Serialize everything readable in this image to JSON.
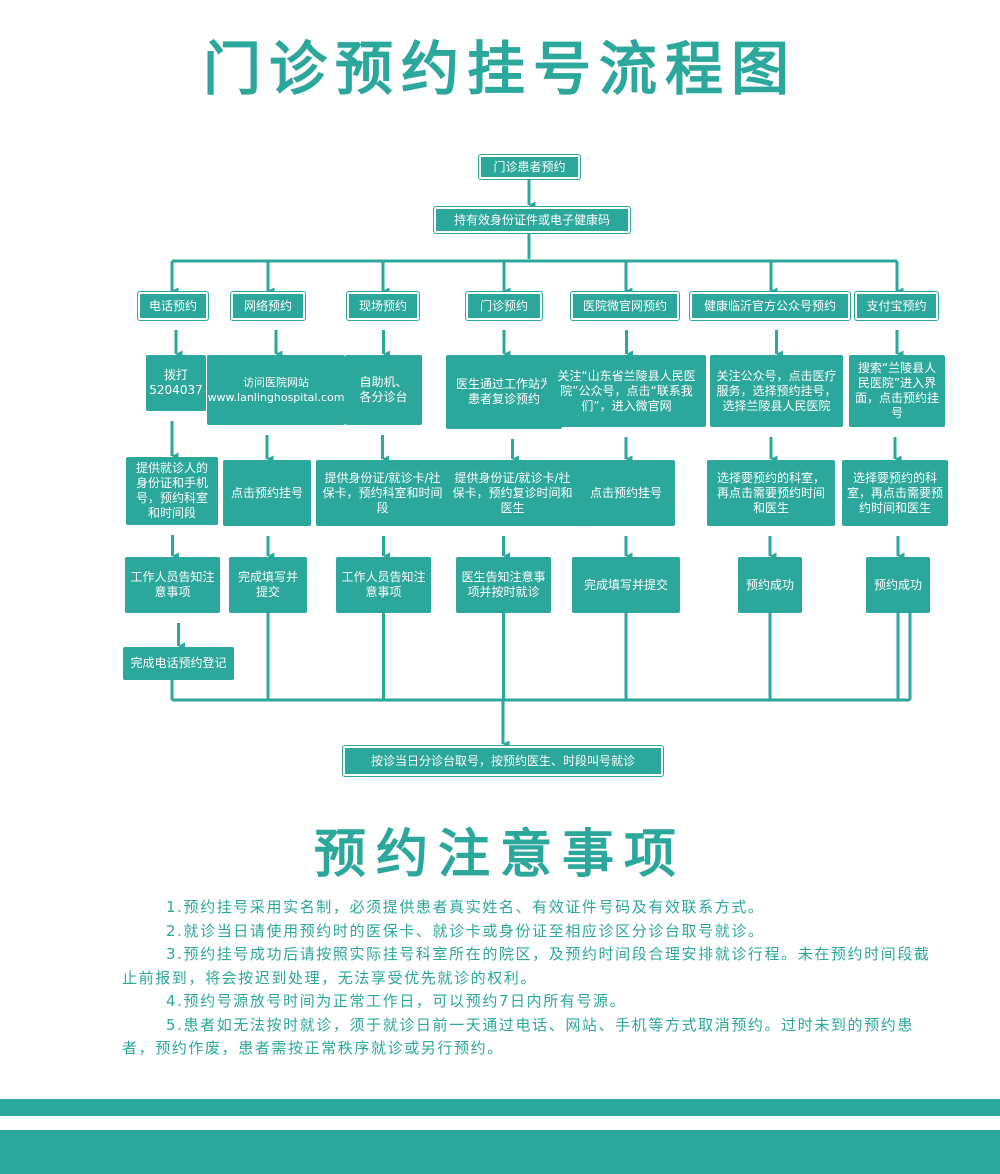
{
  "title": "门诊预约挂号流程图",
  "flow": {
    "start": "门诊患者预约",
    "requirement": "持有效身份证件或电子健康码",
    "channels": [
      {
        "name": "电话预约",
        "steps": [
          "拨打\n5204037",
          "提供就诊人的身份证和手机号，预约科室和时间段",
          "工作人员告知注意事项",
          "完成电话预约登记"
        ]
      },
      {
        "name": "网络预约",
        "steps": [
          "访问医院网站\nwww.lanlinghospital.com",
          "点击预约挂号",
          "完成填写并提交"
        ]
      },
      {
        "name": "现场预约",
        "steps": [
          "自助机、\n各分诊台",
          "提供身份证/就诊卡/社保卡，预约科室和时间段",
          "工作人员告知注意事项"
        ]
      },
      {
        "name": "门诊预约",
        "steps": [
          "医生通过工作站为患者复诊预约",
          "提供身份证/就诊卡/社保卡，预约复诊时间和医生",
          "医生告知注意事项并按时就诊"
        ]
      },
      {
        "name": "医院微官网预约",
        "steps": [
          "关注“山东省兰陵县人民医院”公众号，点击“联系我们”，进入微官网",
          "点击预约挂号",
          "完成填写并提交"
        ]
      },
      {
        "name": "健康临沂官方公众号预约",
        "steps": [
          "关注公众号，点击医疗服务，选择预约挂号，选择兰陵县人民医院",
          "选择要预约的科室，再点击需要预约时间和医生",
          "预约成功"
        ]
      },
      {
        "name": "支付宝预约",
        "steps": [
          "搜索“兰陵县人民医院”进入界面，点击预约挂号",
          "选择要预约的科室，再点击需要预约时间和医生",
          "预约成功"
        ]
      }
    ],
    "end": "按诊当日分诊台取号，按预约医生、时段叫号就诊"
  },
  "notes_title": "预约注意事项",
  "notes": [
    "1.预约挂号采用实名制，必须提供患者真实姓名、有效证件号码及有效联系方式。",
    "2.就诊当日请使用预约时的医保卡、就诊卡或身份证至相应诊区分诊台取号就诊。",
    "3.预约挂号成功后请按照实际挂号科室所在的院区，及预约时间段合理安排就诊行程。未在预约时间段截止前报到，将会按迟到处理，无法享受优先就诊的权利。",
    "4.预约号源放号时间为正常工作日，可以预约7日内所有号源。",
    "5.患者如无法按时就诊，须于就诊日前一天通过电话、网站、手机等方式取消预约。过时未到的预约患者，预约作废，患者需按正常秩序就诊或另行预约。"
  ],
  "colors": {
    "accent": "#2ca79b",
    "background": "#ffffff"
  }
}
